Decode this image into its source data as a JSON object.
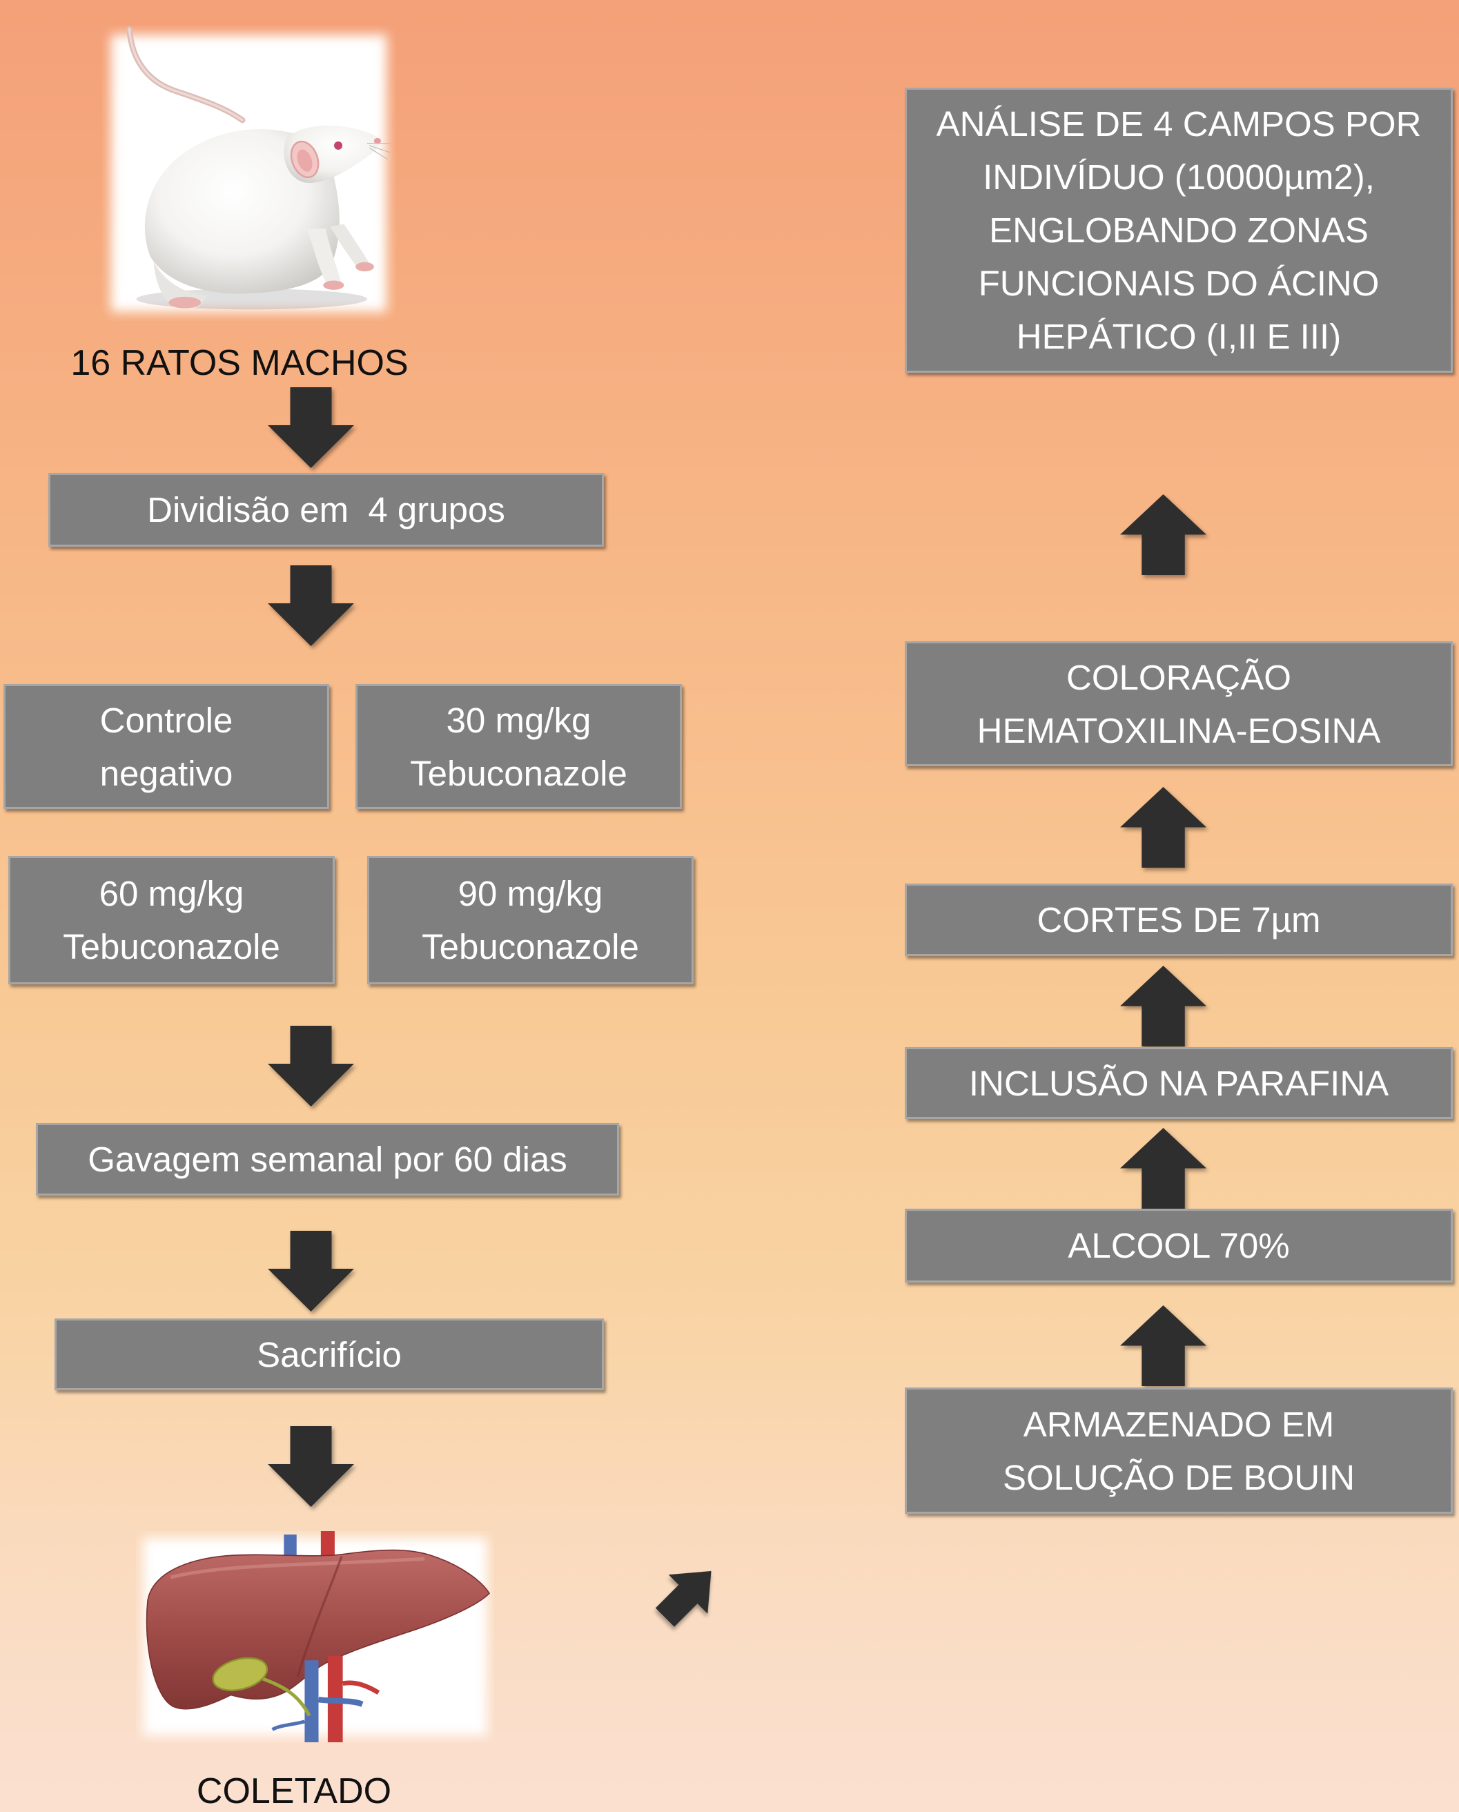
{
  "colors": {
    "background_top": "#F4A078",
    "background_mid": "#F8C995",
    "background_bottom": "#FBE0D0",
    "box_fill": "#7F7F7F",
    "box_border": "#A6A6A6",
    "box_text": "#FFFFFF",
    "arrow_fill": "#2E2E2E",
    "label_text": "#111111"
  },
  "icons": {
    "rat_photo": "white-rat-photo",
    "liver_illustration": "liver-illustration",
    "down_arrow": "arrow-down-icon",
    "up_arrow": "arrow-up-icon",
    "diagonal_arrow": "arrow-up-right-icon"
  },
  "left_column": {
    "start_label": "16 RATOS MACHOS",
    "division_label": "Dividisão em  4 grupos",
    "groups": [
      {
        "lines": [
          "Controle",
          "negativo"
        ]
      },
      {
        "lines": [
          "30 mg/kg",
          "Tebuconazole"
        ]
      },
      {
        "lines": [
          "60 mg/kg",
          "Tebuconazole"
        ]
      },
      {
        "lines": [
          "90 mg/kg",
          "Tebuconazole"
        ]
      }
    ],
    "gavage_label": "Gavagem semanal por 60 dias",
    "sacrifice_label": "Sacrifício",
    "collected_label": "COLETADO"
  },
  "right_column": {
    "steps": [
      {
        "lines": [
          "ARMAZENADO EM",
          "SOLUÇÃO DE BOUIN"
        ]
      },
      {
        "lines": [
          "ALCOOL 70%"
        ]
      },
      {
        "lines": [
          "INCLUSÃO NA PARAFINA"
        ]
      },
      {
        "lines": [
          "CORTES DE 7µm"
        ]
      },
      {
        "lines": [
          "COLORAÇÃO",
          "HEMATOXILINA-EOSINA"
        ]
      },
      {
        "lines": [
          "ANÁLISE DE 4 CAMPOS POR",
          "INDIVÍDUO (10000µm2),",
          "ENGLOBANDO ZONAS",
          "FUNCIONAIS DO ÁCINO",
          "HEPÁTICO (I,II E III)"
        ]
      }
    ]
  }
}
